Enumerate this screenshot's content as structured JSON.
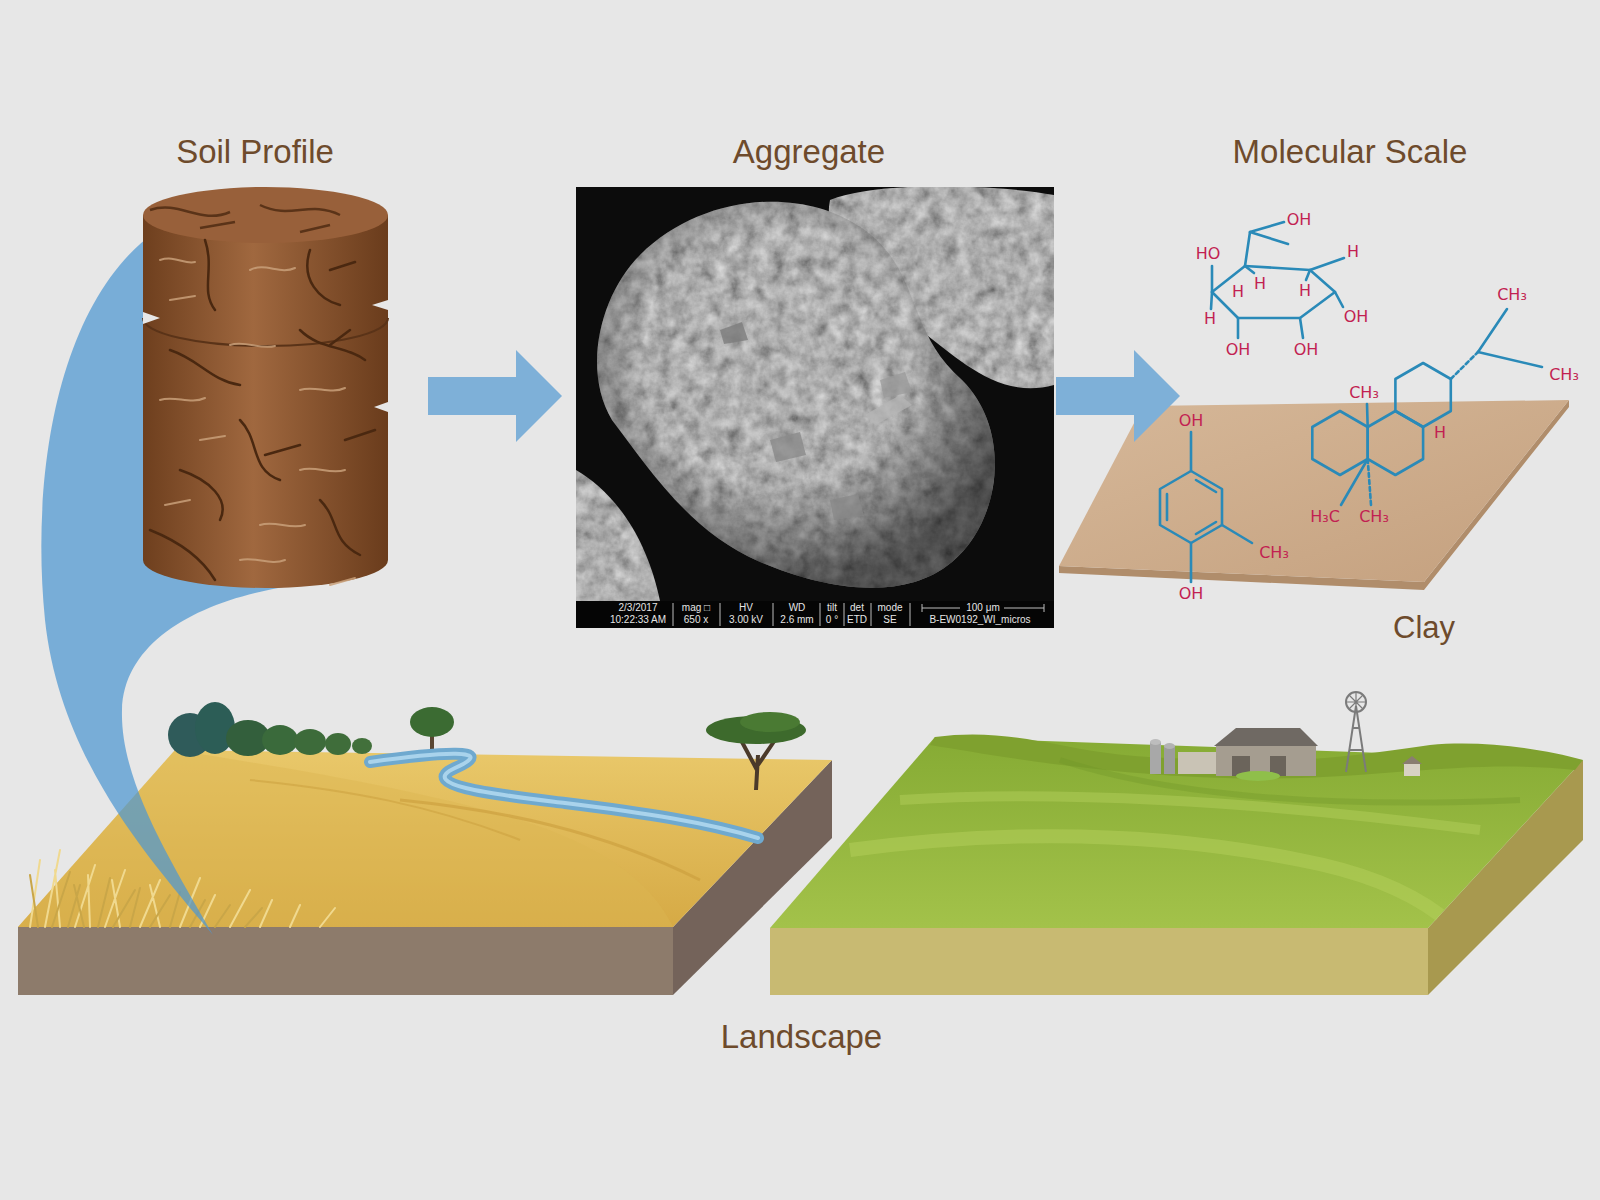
{
  "diagram": {
    "nodes": [
      {
        "text": [
          "Soil Profile"
        ]
      },
      {
        "text": [
          "Aggregate"
        ]
      },
      {
        "text": [
          "Molecular Scale"
        ]
      },
      {
        "text": [
          "Landscape"
        ]
      }
    ],
    "edges": [
      {
        "from": 0,
        "to": 1,
        "arrow": "to"
      },
      {
        "from": 1,
        "to": 2,
        "arrow": "to"
      }
    ],
    "labels": [
      "Clay",
      "2/3/2017",
      "10:22:33 AM",
      "mag □",
      "650 x",
      "HV",
      "3.00 kV",
      "WD",
      "2.6 mm",
      "tilt",
      "0 °",
      "det",
      "ETD",
      "mode",
      "SE",
      "100 μm",
      "B-EW0192_WI_micros",
      "OH",
      "HO",
      "H",
      "H",
      "H",
      "H",
      "OH",
      "H",
      "OH",
      "OH",
      "CH₃",
      "CH₃",
      "CH₃",
      "H",
      "H₃C",
      "CH₃",
      "OH",
      "CH₃",
      "OH"
    ]
  }
}
